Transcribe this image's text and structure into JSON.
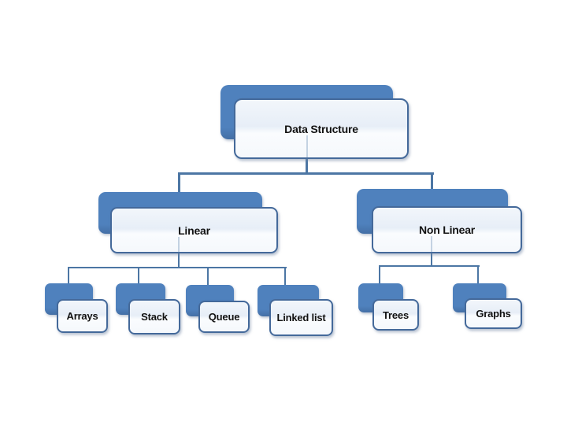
{
  "diagram": {
    "type": "hierarchy",
    "root": {
      "label": "Data Structure"
    },
    "branches": [
      {
        "label": "Linear",
        "children": [
          {
            "label": "Arrays"
          },
          {
            "label": "Stack"
          },
          {
            "label": "Queue"
          },
          {
            "label": "Linked list"
          }
        ]
      },
      {
        "label": "Non Linear",
        "children": [
          {
            "label": "Trees"
          },
          {
            "label": "Graphs"
          }
        ]
      }
    ],
    "colors": {
      "background": "#ffffff",
      "shadow_fill": "#4f81bd",
      "box_border": "#44699a",
      "connector": "#4c76a4",
      "face_top": "#e7eef7",
      "face_bottom": "#f5f8fc",
      "text": "#121212"
    }
  }
}
